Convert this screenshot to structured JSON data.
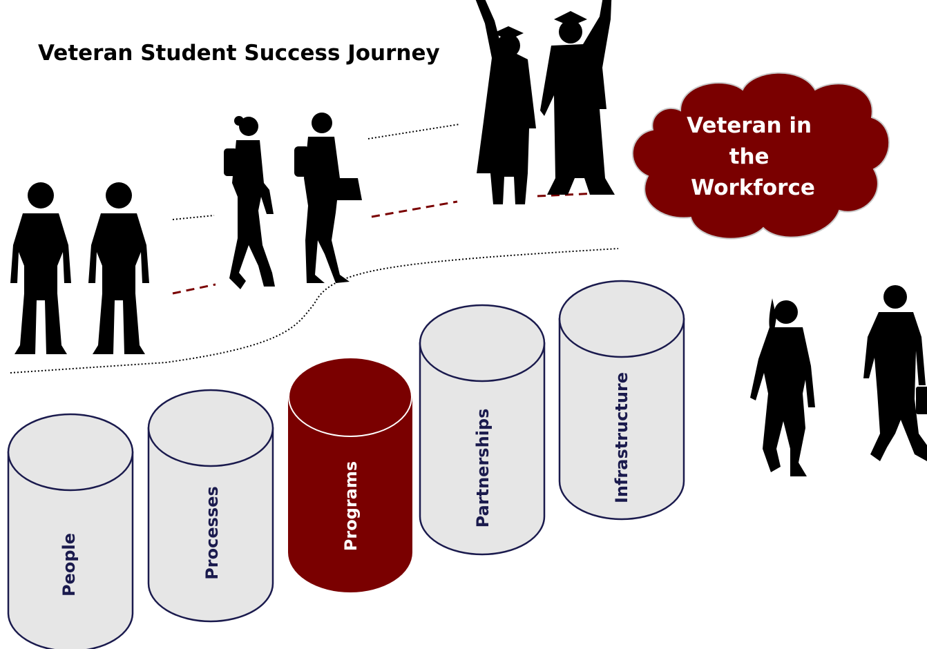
{
  "title": "Veteran Student Success Journey",
  "destination": {
    "lines": [
      "Veteran in",
      "the",
      "Workforce"
    ]
  },
  "pillars": [
    {
      "label": "People",
      "highlighted": false
    },
    {
      "label": "Processes",
      "highlighted": false
    },
    {
      "label": "Programs",
      "highlighted": true
    },
    {
      "label": "Partnerships",
      "highlighted": false
    },
    {
      "label": "Infrastructure",
      "highlighted": false
    }
  ],
  "colors": {
    "maroon": "#7a0000",
    "pillar_fill": "#e6e6e6",
    "pillar_outline": "#1a1a4d",
    "silhouette": "#000000",
    "dash": "#7a0000"
  },
  "figures": [
    {
      "icon": "soldier-silhouette-icon",
      "count": 2
    },
    {
      "icon": "student-silhouette-icon",
      "count": 2
    },
    {
      "icon": "graduate-silhouette-icon",
      "count": 2
    },
    {
      "icon": "professional-silhouette-icon",
      "count": 2
    }
  ]
}
